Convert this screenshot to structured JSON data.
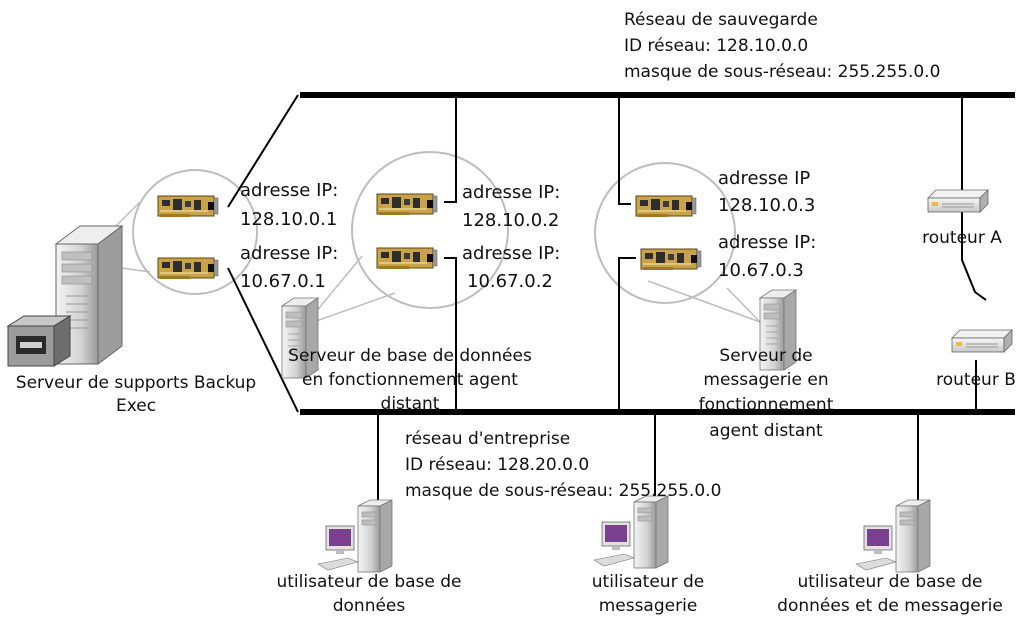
{
  "backup_network": {
    "title": "Réseau de sauvegarde",
    "id_line": "ID réseau:  128.10.0.0",
    "mask_line": "masque de sous-réseau: 255.255.0.0"
  },
  "corporate_network": {
    "title": "réseau d'entreprise",
    "id_line": "ID réseau: 128.20.0.0",
    "mask_line": "masque de sous-réseau: 255.255.0.0"
  },
  "media_server": {
    "label_line1": "Serveur de supports Backup",
    "label_line2": "Exec",
    "nic1_label": "adresse IP:",
    "nic1_ip": "128.10.0.1",
    "nic2_label": "adresse IP:",
    "nic2_ip": "10.67.0.1"
  },
  "db_server": {
    "label_line1": "Serveur de base de données",
    "label_line2": "en fonctionnement agent",
    "label_line3": "distant",
    "nic1_label": "adresse IP:",
    "nic1_ip": "128.10.0.2",
    "nic2_label": "adresse IP:",
    "nic2_ip": "10.67.0.2"
  },
  "mail_server": {
    "label_line1": "Serveur de",
    "label_line2": "messagerie en",
    "label_line3": "fonctionnement",
    "label_line4": "agent distant",
    "nic1_label": "adresse IP",
    "nic1_ip": "128.10.0.3",
    "nic2_label": "adresse IP:",
    "nic2_ip": "10.67.0.3"
  },
  "routers": {
    "a": "routeur A",
    "b": "routeur B"
  },
  "users": {
    "db_user_line1": "utilisateur de base de",
    "db_user_line2": "données",
    "mail_user_line1": "utilisateur de",
    "mail_user_line2": "messagerie",
    "both_user_line1": "utilisateur de base de",
    "both_user_line2": "données et de messagerie"
  },
  "colors": {
    "line": "#000000",
    "zoom_circle": "#bdbdbd",
    "nic_board": "#c9a24a",
    "server": "#d9d9d9"
  }
}
